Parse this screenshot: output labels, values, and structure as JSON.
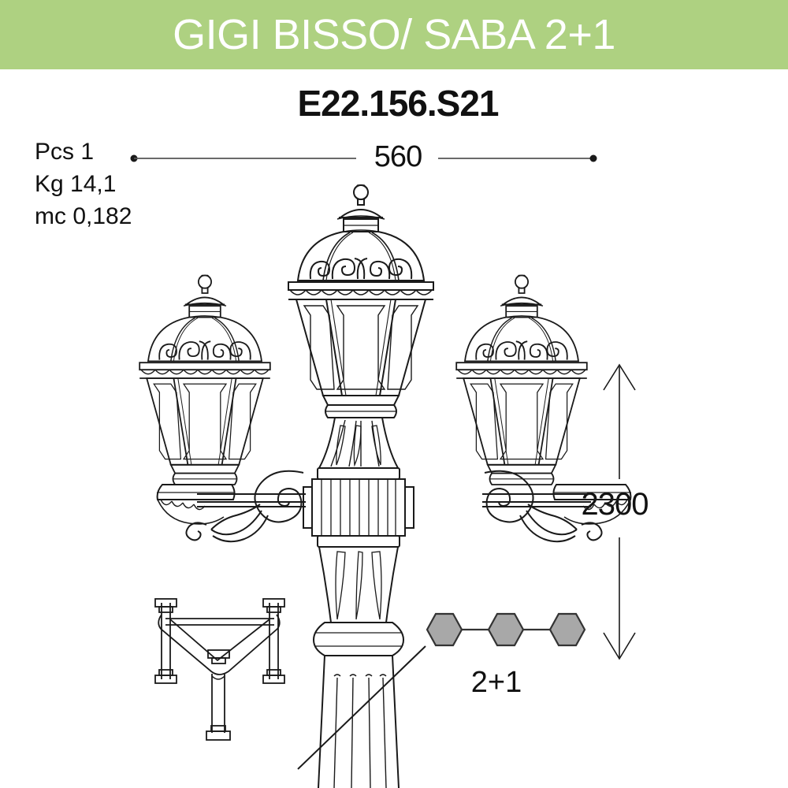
{
  "banner": {
    "title": "GIGI BISSO/ SABA 2+1",
    "background_color": "#aed181",
    "text_color": "#ffffff"
  },
  "model": {
    "code": "E22.156.S21"
  },
  "specs": {
    "pieces": "Pcs 1",
    "weight": "Kg 14,1",
    "volume": "mc 0,182"
  },
  "dimensions": {
    "width_label": "560",
    "height_label": "2300"
  },
  "configuration": {
    "label": "2+1",
    "hexagon_count": 3,
    "hexagon_fill": "#a8a8a8",
    "hexagon_stroke": "#333333"
  },
  "drawing": {
    "line_color": "#1a1a1a",
    "lantern_count": 3,
    "center_lantern": "center-lantern",
    "left_lantern": "left-lantern",
    "right_lantern": "right-lantern",
    "bracket": "mounting-bracket-detail",
    "ground_line": "ground-line"
  }
}
